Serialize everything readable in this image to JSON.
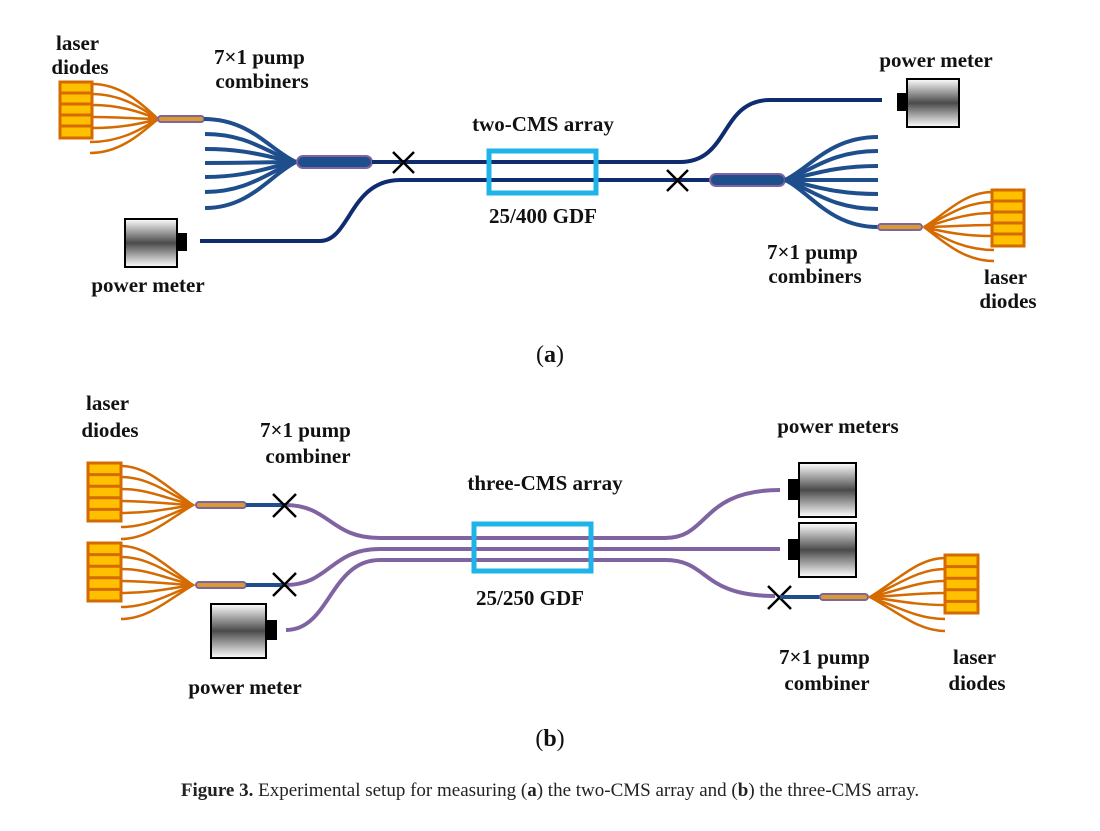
{
  "figure": {
    "panel_a": {
      "sublabel": "a",
      "labels": {
        "laser_diodes_left": [
          "laser",
          "diodes"
        ],
        "combiners_left": [
          "7×1 pump",
          "combiners"
        ],
        "array": "two-CMS array",
        "fiber": "25/400 GDF",
        "power_meter_left": "power meter",
        "power_meter_right": "power meter",
        "combiners_right": [
          "7×1 pump",
          "combiners"
        ],
        "laser_diodes_right": [
          "laser",
          "diodes"
        ]
      }
    },
    "panel_b": {
      "sublabel": "b",
      "labels": {
        "laser_diodes_left": [
          "laser",
          "diodes"
        ],
        "combiner_left": [
          "7×1 pump",
          "combiner"
        ],
        "array": "three-CMS array",
        "fiber": "25/250 GDF",
        "power_meter_left": "power meter",
        "power_meters_right": "power meters",
        "combiner_right": [
          "7×1 pump",
          "combiner"
        ],
        "laser_diodes_right": [
          "laser",
          "diodes"
        ]
      }
    },
    "colors": {
      "laser_fill": "#FFC000",
      "laser_stroke": "#D46A00",
      "fiber_dark_blue": "#0F2D6E",
      "fiber_blue": "#1F4E8C",
      "fiber_purple": "#8064A2",
      "gdf_box": "#1EB4E8"
    },
    "caption": {
      "label": "Figure 3.",
      "text_1": " Experimental setup for measuring (",
      "a": "a",
      "text_2": ") the two-CMS array and (",
      "b": "b",
      "text_3": ") the three-CMS array."
    }
  }
}
